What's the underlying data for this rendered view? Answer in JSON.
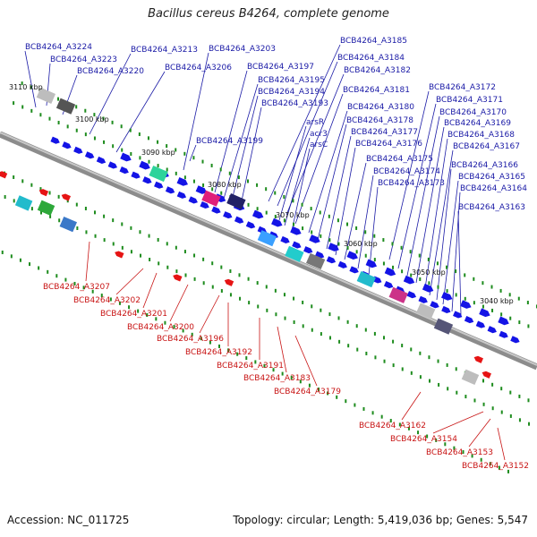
{
  "title": "Bacillus cereus B4264, complete genome",
  "footer": {
    "accession": "Accession: NC_011725",
    "summary": "Topology: circular; Length: 5,419,036 bp; Genes: 5,547"
  },
  "colors": {
    "forward": "#1414e6",
    "reverse": "#e61414",
    "backbone": "#8c8c8c",
    "tick": "#1e8c1e",
    "label_forward": "#1a1aa6",
    "label_reverse": "#c81414"
  },
  "scale_labels": [
    "3110 kbp",
    "3100 kbp",
    "3090 kbp",
    "3080 kbp",
    "3070 kbp",
    "3060 kbp",
    "3050 kbp",
    "3040 kbp"
  ],
  "forward_labels": [
    "BCB4264_A3224",
    "BCB4264_A3223",
    "BCB4264_A3220",
    "BCB4264_A3213",
    "BCB4264_A3206",
    "BCB4264_A3203",
    "BCB4264_A3197",
    "BCB4264_A3195",
    "BCB4264_A3194",
    "BCB4264_A3193",
    "BCB4264_A3199",
    "arsR",
    "acr3",
    "arsC",
    "BCB4264_A3185",
    "BCB4264_A3184",
    "BCB4264_A3182",
    "BCB4264_A3181",
    "BCB4264_A3180",
    "BCB4264_A3178",
    "BCB4264_A3177",
    "BCB4264_A3176",
    "BCB4264_A3175",
    "BCB4264_A3174",
    "BCB4264_A3173",
    "BCB4264_A3172",
    "BCB4264_A3171",
    "BCB4264_A3170",
    "BCB4264_A3169",
    "BCB4264_A3168",
    "BCB4264_A3167",
    "BCB4264_A3166",
    "BCB4264_A3165",
    "BCB4264_A3164",
    "BCB4264_A3163"
  ],
  "reverse_labels": [
    "BCB4264_A3207",
    "BCB4264_A3202",
    "BCB4264_A3201",
    "BCB4264_A3200",
    "BCB4264_A3196",
    "BCB4264_A3192",
    "BCB4264_A3191",
    "BCB4264_A3183",
    "BCB4264_A3179",
    "BCB4264_A3162",
    "BCB4264_A3154",
    "BCB4264_A3153",
    "BCB4264_A3152"
  ]
}
